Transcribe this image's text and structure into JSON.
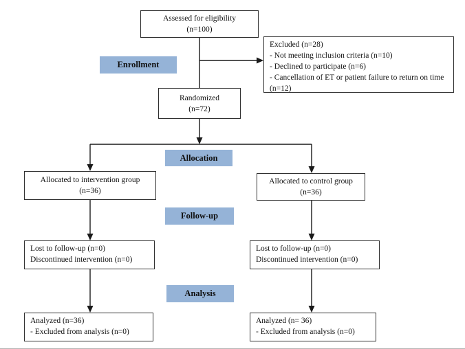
{
  "palette": {
    "page_bg": "#ffffff",
    "stage_bg": "#95b3d7",
    "box_border": "#2f2f2f",
    "line": "#1a1a1a",
    "text": "#111111"
  },
  "stages": {
    "enrollment": "Enrollment",
    "allocation": "Allocation",
    "followup": "Follow-up",
    "analysis": "Analysis"
  },
  "boxes": {
    "assessed": {
      "line1": "Assessed for eligibility",
      "line2": "(n=100)"
    },
    "excluded": {
      "line1": "Excluded (n=28)",
      "line2": "- Not meeting inclusion criteria (n=10)",
      "line3": "- Declined to participate (n=6)",
      "line4": "- Cancellation of ET or patient failure to return on time (n=12)"
    },
    "randomized": {
      "line1": "Randomized",
      "line2": "(n=72)"
    },
    "alloc_intervention": {
      "line1": "Allocated to intervention group",
      "line2": "(n=36)"
    },
    "alloc_control": {
      "line1": "Allocated to control group",
      "line2": "(n=36)"
    },
    "lost_intervention": {
      "line1": "Lost to follow-up (n=0)",
      "line2": "Discontinued intervention (n=0)"
    },
    "lost_control": {
      "line1": "Lost to follow-up (n=0)",
      "line2": "Discontinued intervention (n=0)"
    },
    "analyzed_intervention": {
      "line1": "Analyzed (n=36)",
      "line2": "- Excluded from analysis (n=0)"
    },
    "analyzed_control": {
      "line1": "Analyzed (n= 36)",
      "line2": "- Excluded from analysis (n=0)"
    }
  }
}
